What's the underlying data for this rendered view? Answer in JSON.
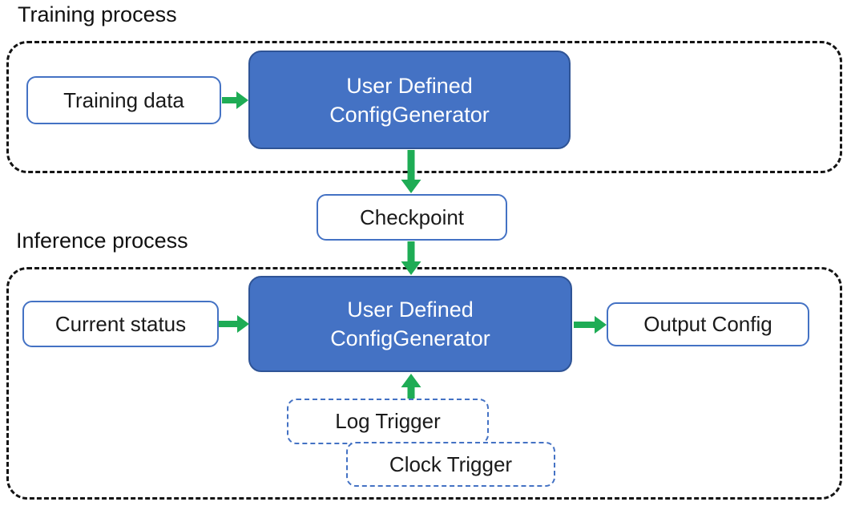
{
  "sections": {
    "training": {
      "label": "Training process"
    },
    "inference": {
      "label": "Inference process"
    }
  },
  "nodes": {
    "training_data": {
      "label": "Training data"
    },
    "training_generator": {
      "line1": "User Defined",
      "line2": "ConfigGenerator"
    },
    "checkpoint": {
      "label": "Checkpoint"
    },
    "current_status": {
      "label": "Current status"
    },
    "inference_generator": {
      "line1": "User Defined",
      "line2": "ConfigGenerator"
    },
    "output_config": {
      "label": "Output Config"
    },
    "log_trigger": {
      "label": "Log Trigger"
    },
    "clock_trigger": {
      "label": "Clock Trigger"
    }
  },
  "arrows": [
    {
      "name": "training-data-to-generator",
      "direction": "right"
    },
    {
      "name": "generator-to-checkpoint",
      "direction": "down"
    },
    {
      "name": "checkpoint-to-inference-generator",
      "direction": "down"
    },
    {
      "name": "current-status-to-generator",
      "direction": "right"
    },
    {
      "name": "generator-to-output-config",
      "direction": "right"
    },
    {
      "name": "triggers-to-generator",
      "direction": "up"
    }
  ],
  "colors": {
    "generator_fill": "#4472C4",
    "generator_border": "#2F5496",
    "node_border": "#4472C4",
    "trigger_border": "#4472C4",
    "container_border": "#141414",
    "arrow": "#1EAC55",
    "generator_text": "#FFFFFF",
    "text": "#1A1A1A"
  }
}
